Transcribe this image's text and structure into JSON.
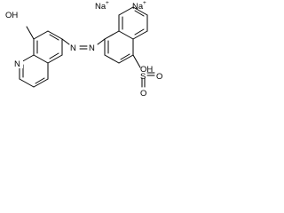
{
  "counterions": [
    {
      "symbol": "Na",
      "charge": "+"
    },
    {
      "symbol": "Na",
      "charge": "+"
    }
  ],
  "atom_labels": {
    "hydroxyl": "OH",
    "quinoline_nitrogen": "N",
    "azo_n1": "N",
    "azo_n2": "N",
    "sulfur": "S",
    "sulfonic_oh": "OH",
    "sulfonyl_o1": "O",
    "sulfonyl_o2": "O"
  },
  "colors": {
    "bonds": "#000000",
    "text": "#000000",
    "background": "#ffffff"
  }
}
